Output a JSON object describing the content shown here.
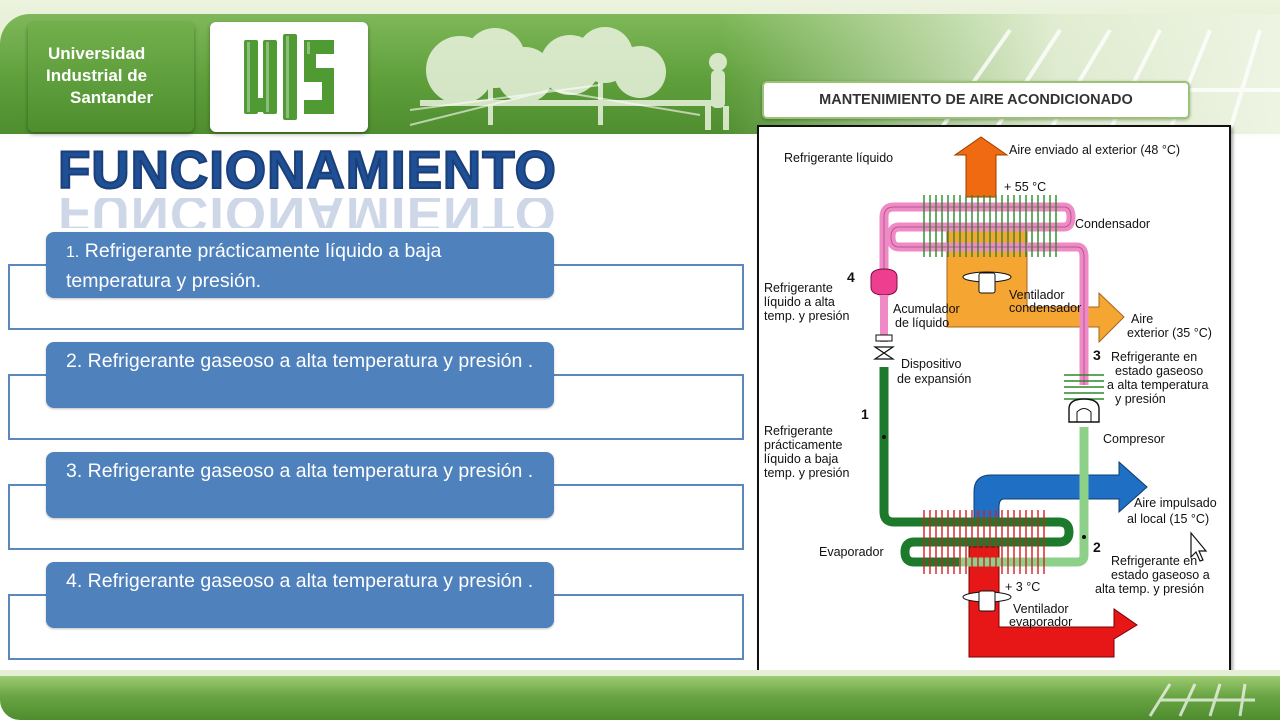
{
  "header": {
    "university_lines": [
      "Universidad",
      "Industrial de",
      "Santander"
    ],
    "logo_mark": "UIS",
    "badge": "MANTENIMIENTO DE AIRE ACONDICIONADO"
  },
  "title": "FUNCIONAMIENTO",
  "steps": [
    {
      "number": "1.",
      "text": " Refrigerante prácticamente líquido a baja temperatura y presión."
    },
    {
      "number": "",
      "text": "2. Refrigerante gaseoso a alta temperatura y presión ."
    },
    {
      "number": "",
      "text": "3. Refrigerante gaseoso a alta temperatura y presión ."
    },
    {
      "number": "",
      "text": "4. Refrigerante gaseoso a alta temperatura y presión ."
    }
  ],
  "diagram": {
    "labels": {
      "refrigerante_liquido": "Refrigerante líquido",
      "aire_exterior_line1": "Aire enviado al exterior (48 °C)",
      "temp_55": "+ 55 °C",
      "condensador": "Condensador",
      "num4": "4",
      "ref_alta_1": "Refrigerante",
      "ref_alta_2": "líquido a alta",
      "ref_alta_3": "temp. y presión",
      "acumulador_1": "Acumulador",
      "acumulador_2": "de líquido",
      "ventilador_c_1": "Ventilador",
      "ventilador_c_2": "condensador",
      "aire_ext_1": "Aire",
      "aire_ext_2": "exterior (35 °C)",
      "dispositivo_1": "Dispositivo",
      "dispositivo_2": "de expansión",
      "num3": "3",
      "ref_gas_1": "Refrigerante en",
      "ref_gas_2": "estado gaseoso",
      "ref_gas_3": "a alta temperatura",
      "ref_gas_4": "y presión",
      "num1": "1",
      "ref_prac_1": "Refrigerante",
      "ref_prac_2": "prácticamente",
      "ref_prac_3": "líquido a baja",
      "ref_prac_4": "temp. y presión",
      "compresor": "Compresor",
      "aire_imp_1": "Aire impulsado",
      "aire_imp_2": "al local (15 °C)",
      "evaporador": "Evaporador",
      "num2": "2",
      "ref_gas_alta_1": "Refrigerante en",
      "ref_gas_alta_2": "estado gaseoso a",
      "ref_gas_alta_3": "alta temp. y presión",
      "temp_3": "+ 3 °C",
      "ventilador_e_1": "Ventilador",
      "ventilador_e_2": "evaporador"
    },
    "colors": {
      "hot_air": "#ef6a10",
      "cold_air": "#1f6fc4",
      "return_air": "#e81717",
      "exterior_air": "#f4a532",
      "pipe_pink": "#f08ac6",
      "pipe_dark_green": "#1d7a2c",
      "pipe_light_green": "#8cd08a"
    }
  }
}
